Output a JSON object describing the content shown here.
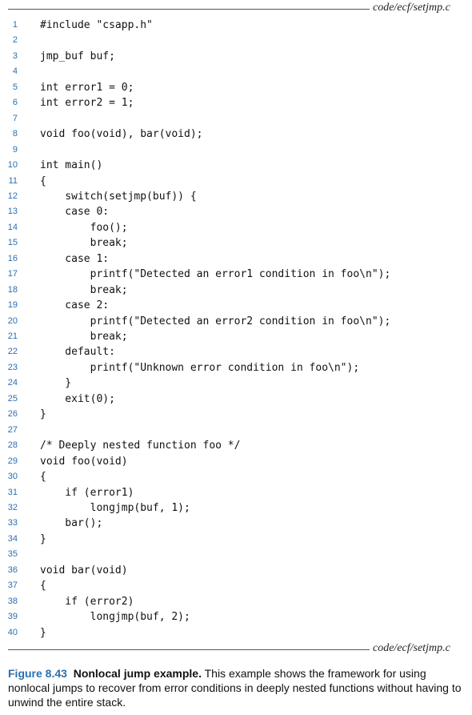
{
  "header": {
    "source_path": "code/ecf/setjmp.c"
  },
  "footer": {
    "source_path": "code/ecf/setjmp.c"
  },
  "code_lines": [
    {
      "num": "1",
      "text": "#include \"csapp.h\""
    },
    {
      "num": "2",
      "text": ""
    },
    {
      "num": "3",
      "text": "jmp_buf buf;"
    },
    {
      "num": "4",
      "text": ""
    },
    {
      "num": "5",
      "text": "int error1 = 0;"
    },
    {
      "num": "6",
      "text": "int error2 = 1;"
    },
    {
      "num": "7",
      "text": ""
    },
    {
      "num": "8",
      "text": "void foo(void), bar(void);"
    },
    {
      "num": "9",
      "text": ""
    },
    {
      "num": "10",
      "text": "int main()"
    },
    {
      "num": "11",
      "text": "{"
    },
    {
      "num": "12",
      "text": "    switch(setjmp(buf)) {"
    },
    {
      "num": "13",
      "text": "    case 0:"
    },
    {
      "num": "14",
      "text": "        foo();"
    },
    {
      "num": "15",
      "text": "        break;"
    },
    {
      "num": "16",
      "text": "    case 1:"
    },
    {
      "num": "17",
      "text": "        printf(\"Detected an error1 condition in foo\\n\");"
    },
    {
      "num": "18",
      "text": "        break;"
    },
    {
      "num": "19",
      "text": "    case 2:"
    },
    {
      "num": "20",
      "text": "        printf(\"Detected an error2 condition in foo\\n\");"
    },
    {
      "num": "21",
      "text": "        break;"
    },
    {
      "num": "22",
      "text": "    default:"
    },
    {
      "num": "23",
      "text": "        printf(\"Unknown error condition in foo\\n\");"
    },
    {
      "num": "24",
      "text": "    }"
    },
    {
      "num": "25",
      "text": "    exit(0);"
    },
    {
      "num": "26",
      "text": "}"
    },
    {
      "num": "27",
      "text": ""
    },
    {
      "num": "28",
      "text": "/* Deeply nested function foo */"
    },
    {
      "num": "29",
      "text": "void foo(void)"
    },
    {
      "num": "30",
      "text": "{"
    },
    {
      "num": "31",
      "text": "    if (error1)"
    },
    {
      "num": "32",
      "text": "        longjmp(buf, 1);"
    },
    {
      "num": "33",
      "text": "    bar();"
    },
    {
      "num": "34",
      "text": "}"
    },
    {
      "num": "35",
      "text": ""
    },
    {
      "num": "36",
      "text": "void bar(void)"
    },
    {
      "num": "37",
      "text": "{"
    },
    {
      "num": "38",
      "text": "    if (error2)"
    },
    {
      "num": "39",
      "text": "        longjmp(buf, 2);"
    },
    {
      "num": "40",
      "text": "}"
    }
  ],
  "caption": {
    "figure_number": "Figure 8.43",
    "title": "Nonlocal jump example.",
    "body": "This example shows the framework for using nonlocal jumps to recover from error conditions in deeply nested functions without having to unwind the entire stack."
  },
  "colors": {
    "accent": "#2a6fb3",
    "text": "#111111",
    "rule": "#555555"
  }
}
